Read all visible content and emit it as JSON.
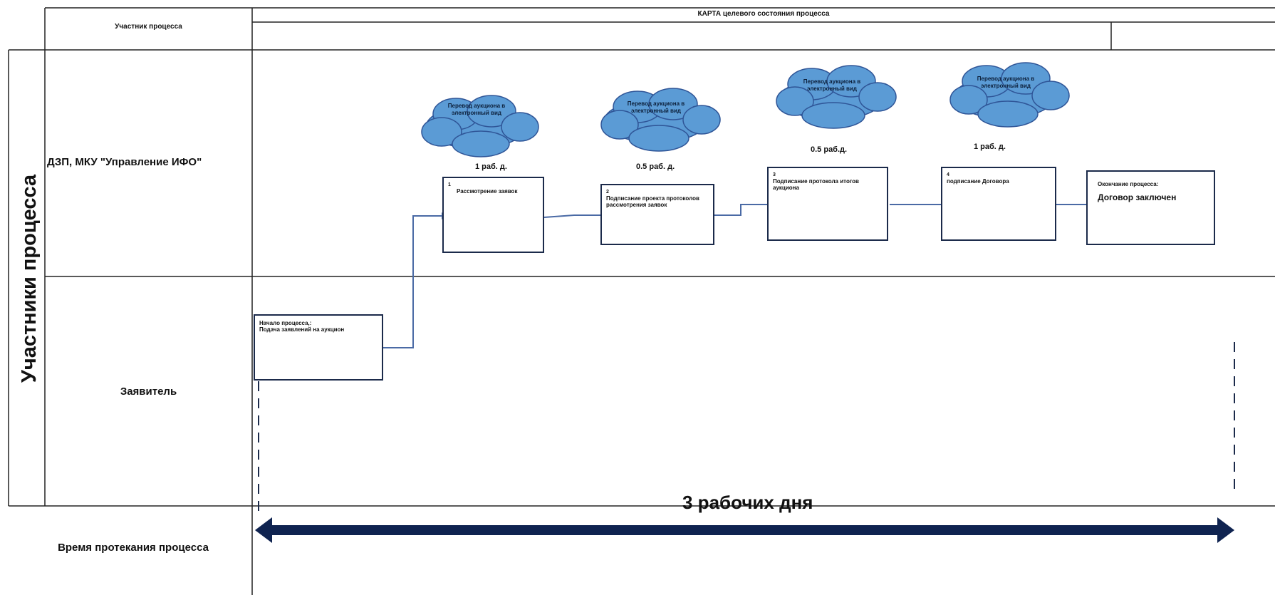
{
  "header": {
    "title": "КАРТА целевого состояния процесса",
    "participant_label": "Участник процесса"
  },
  "rows_title": "Участники процесса",
  "lanes": {
    "dzp": "ДЗП, МКУ \"Управление ИФО\"",
    "applicant": "Заявитель"
  },
  "start": {
    "line1": "Начало процесса,:",
    "line2": "Подача заявлений на аукцион"
  },
  "steps": [
    {
      "num": "1",
      "label": "Рассмотрение заявок",
      "duration": "1 раб. д.",
      "cloud": "Перевод аукциона в электронный вид"
    },
    {
      "num": "2",
      "label": "Подписание проекта протоколов рассмотрения заявок",
      "duration": "0.5 раб. д.",
      "cloud": "Перевод аукциона в электронный вид"
    },
    {
      "num": "3",
      "label": "Подписание протокола итогов аукциона",
      "duration": "0.5 раб.д.",
      "cloud": "Перевод аукциона в электронный вид"
    },
    {
      "num": "4",
      "label": "подписание Договора",
      "duration": "1 раб. д.",
      "cloud": "Перевод аукциона в электронный вид"
    }
  ],
  "end": {
    "line1": "Окончание процесса:",
    "line2": "Договор заключен"
  },
  "timeline": {
    "total": "3 рабочих дня",
    "label": "Время протекания процесса"
  },
  "colors": {
    "cloud_fill": "#5b9bd5",
    "cloud_stroke": "#2f5597",
    "connector": "#4a6aa5",
    "timeline_arrow": "#0f2350"
  }
}
